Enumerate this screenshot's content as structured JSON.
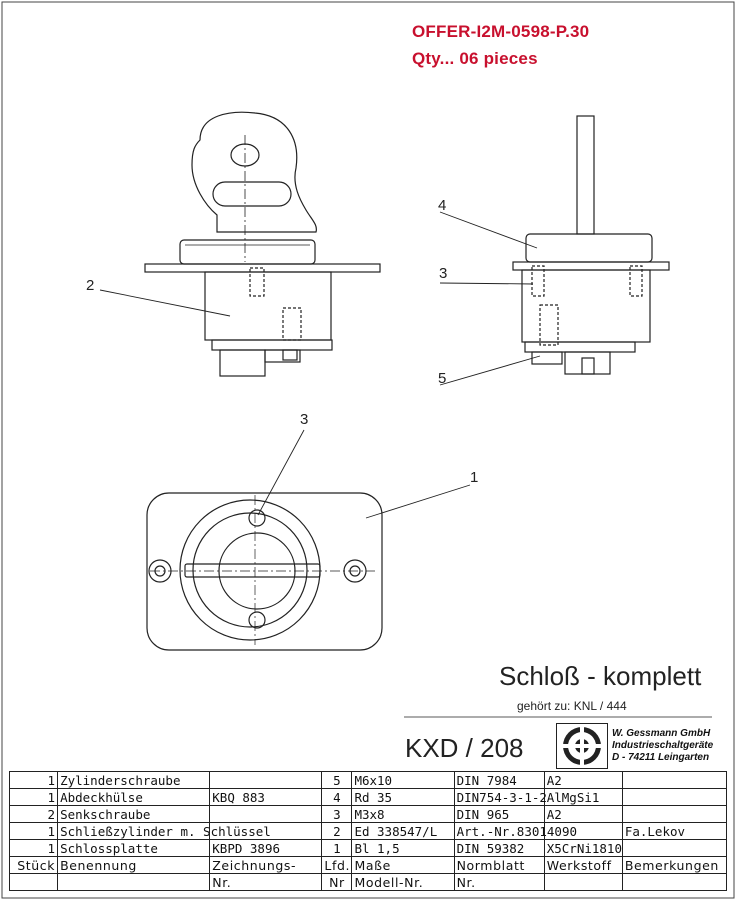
{
  "header": {
    "offer_line1": "OFFER-I2M-0598-P.30",
    "offer_line2": "Qty... 06 pieces"
  },
  "callouts": [
    "1",
    "2",
    "3",
    "3",
    "4",
    "5"
  ],
  "title_block": {
    "title": "Schloß - komplett",
    "belongs_to": "gehört zu: KNL / 444",
    "drawing_number": "KXD /  208",
    "company": [
      "W. Gessmann GmbH",
      "Industrieschaltgeräte",
      "D - 74211 Leingarten"
    ]
  },
  "bom": {
    "rows": [
      [
        "1",
        "Zylinderschraube",
        "",
        "5",
        "M6x10",
        "DIN 7984",
        "A2",
        ""
      ],
      [
        "1",
        "Abdeckhülse",
        "KBQ 883",
        "4",
        "Rd 35",
        "DIN754-3-1-2",
        "AlMgSi1",
        ""
      ],
      [
        "2",
        "Senkschraube",
        "",
        "3",
        "M3x8",
        "DIN 965",
        "A2",
        ""
      ],
      [
        "1",
        "Schließzylinder m. Schlüssel",
        "",
        "2",
        "Ed 338547/L",
        "Art.-Nr.83014090",
        "",
        "Fa.Lekov"
      ],
      [
        "1",
        "Schlossplatte",
        "KBPD 3896",
        "1",
        "Bl 1,5",
        "DIN 59382",
        "X5CrNi1810",
        ""
      ]
    ],
    "header1": [
      "Stück",
      "Benennung",
      "Zeichnungs-",
      "Lfd.",
      "Maße",
      "Normblatt",
      "Werkstoff",
      "Bemerkungen"
    ],
    "header2": [
      "",
      "",
      "Nr.",
      "Nr",
      "Modell-Nr.",
      "Nr.",
      "",
      ""
    ]
  }
}
